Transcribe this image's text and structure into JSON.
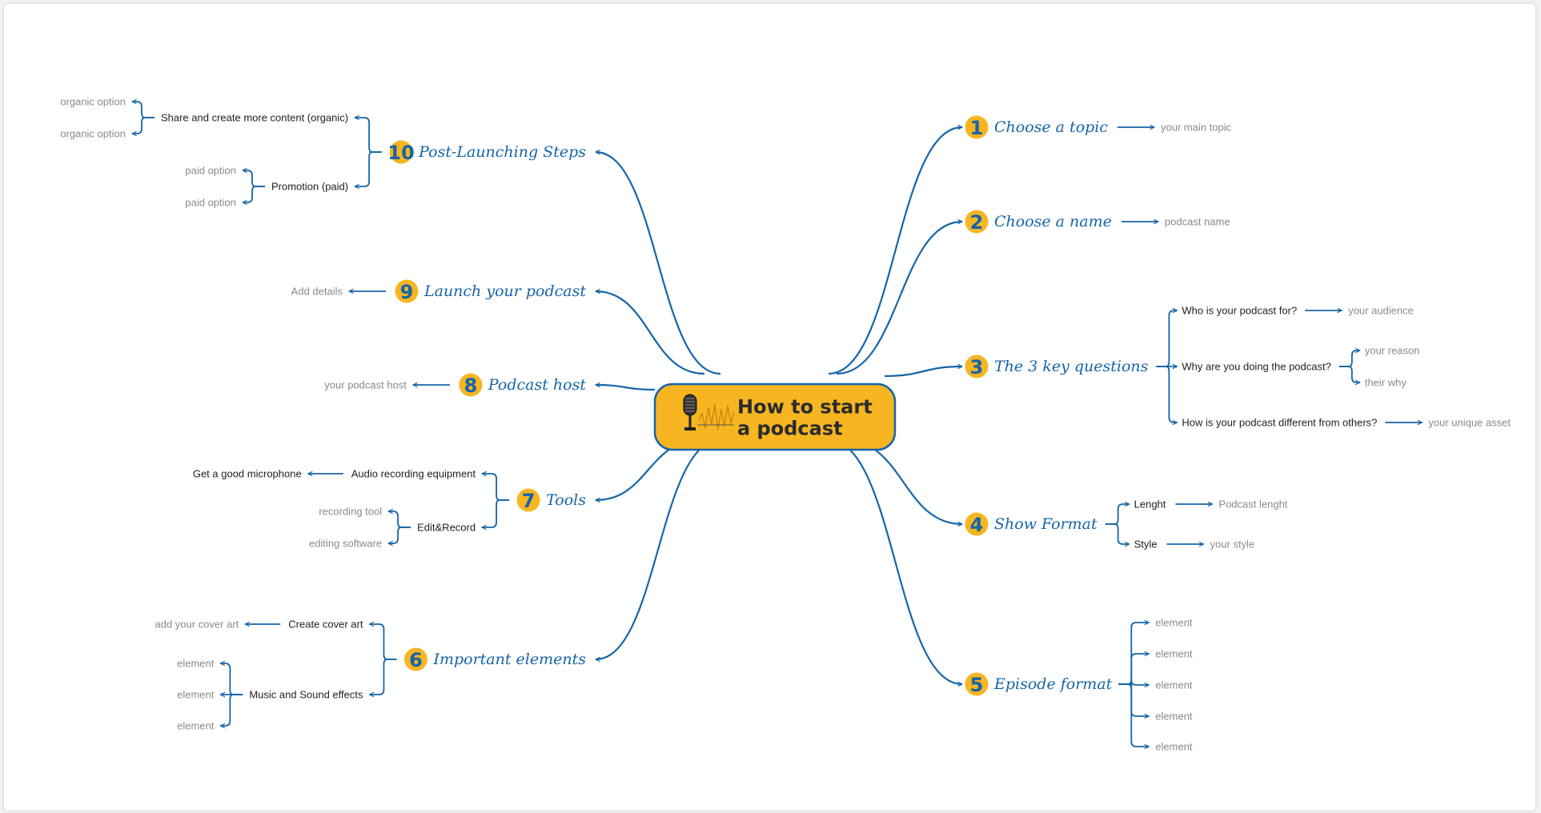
{
  "colors": {
    "line": "#1565a8",
    "main_text": "#1565a8",
    "detail_text": "#222222",
    "muted_text": "#8a8a8a",
    "badge_fill": "#f6b521",
    "badge_border": "#1565a8",
    "center_fill": "#f6b521",
    "center_border": "#1565a8",
    "center_text": "#2b2b2b"
  },
  "center": {
    "title_line1": "How to start",
    "title_line2": "a podcast",
    "icon": "microphone-soundwave-icon"
  },
  "topics": [
    {
      "id": "choose-topic",
      "num": "1",
      "label": "Choose a topic",
      "outcome": "your main topic"
    },
    {
      "id": "choose-name",
      "num": "2",
      "label": "Choose a name",
      "outcome": "podcast name"
    },
    {
      "id": "key-questions",
      "num": "3",
      "label": "The 3 key questions",
      "questions": [
        {
          "label": "Who is your podcast for?",
          "answers": [
            "your audience"
          ]
        },
        {
          "label": "Why are you doing the podcast?",
          "answers": [
            "your reason",
            "their why"
          ]
        },
        {
          "label": "How is your podcast different from others?",
          "answers": [
            "your unique asset"
          ]
        }
      ]
    },
    {
      "id": "show-format",
      "num": "4",
      "label": "Show Format",
      "items": [
        {
          "label": "Lenght",
          "value": "Podcast lenght"
        },
        {
          "label": "Style",
          "value": "your style"
        }
      ]
    },
    {
      "id": "episode-format",
      "num": "5",
      "label": "Episode format",
      "elements": [
        "element",
        "element",
        "element",
        "element",
        "element"
      ]
    },
    {
      "id": "important-elements",
      "num": "6",
      "label": "Important elements",
      "items": [
        {
          "label": "Create cover art",
          "leaves": [
            "add your cover art"
          ]
        },
        {
          "label": "Music and Sound effects",
          "leaves": [
            "element",
            "element",
            "element"
          ]
        }
      ]
    },
    {
      "id": "tools",
      "num": "7",
      "label": "Tools",
      "items": [
        {
          "label": "Audio recording equipment",
          "leaves": [
            "Get a good microphone"
          ]
        },
        {
          "label": "Edit&Record",
          "leaves": [
            "recording tool",
            "editing software"
          ]
        }
      ]
    },
    {
      "id": "podcast-host",
      "num": "8",
      "label": "Podcast host",
      "outcome": "your podcast host"
    },
    {
      "id": "launch",
      "num": "9",
      "label": "Launch your podcast",
      "outcome": "Add details"
    },
    {
      "id": "post-launch",
      "num": "10",
      "label": "Post-Launching Steps",
      "items": [
        {
          "label": "Share and create more content (organic)",
          "leaves": [
            "organic option",
            "organic option"
          ]
        },
        {
          "label": "Promotion (paid)",
          "leaves": [
            "paid option",
            "paid option"
          ]
        }
      ]
    }
  ]
}
